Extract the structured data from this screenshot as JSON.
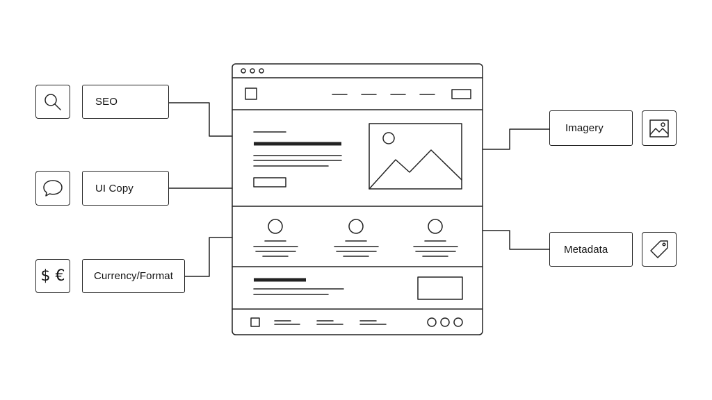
{
  "features": {
    "seo": {
      "label": "SEO",
      "icon": "search-icon"
    },
    "ui_copy": {
      "label": "UI Copy",
      "icon": "speech-bubble-icon"
    },
    "currency_format": {
      "label": "Currency/Format",
      "icon": "currency-icon",
      "glyphs": "$ €"
    },
    "imagery": {
      "label": "Imagery",
      "icon": "image-icon"
    },
    "metadata": {
      "label": "Metadata",
      "icon": "tag-icon"
    }
  },
  "colors": {
    "stroke": "#222222",
    "background": "#ffffff"
  }
}
